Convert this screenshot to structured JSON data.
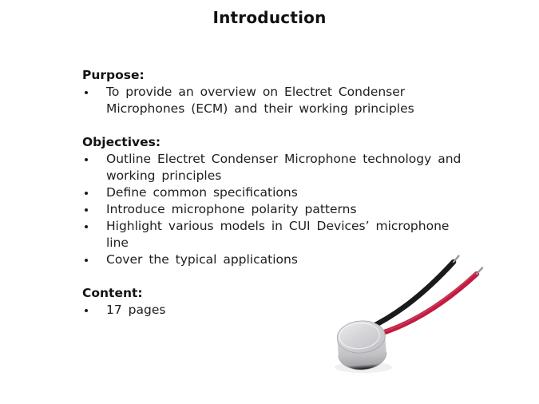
{
  "title": "Introduction",
  "sections": [
    {
      "heading": "Purpose:",
      "items": [
        {
          "lines": [
            "To provide an overview on Electret Condenser",
            "Microphones (ECM) and their working principles"
          ]
        }
      ]
    },
    {
      "heading": "Objectives:",
      "items": [
        {
          "lines": [
            "Outline Electret Condenser Microphone technology and",
            "working principles"
          ]
        },
        {
          "lines": [
            "Define common specifications"
          ]
        },
        {
          "lines": [
            "Introduce microphone polarity patterns"
          ]
        },
        {
          "lines": [
            "Highlight various models in CUI Devices’ microphone",
            "line"
          ]
        },
        {
          "lines": [
            "Cover the typical applications"
          ]
        }
      ]
    },
    {
      "heading": "Content:",
      "items": [
        {
          "lines": [
            "17 pages"
          ]
        }
      ]
    }
  ],
  "image": {
    "description": "electret-condenser-microphone-capsule-with-black-and-red-wire-leads",
    "colors": {
      "capsule_silver_light": "#e8e8ea",
      "capsule_silver_mid": "#c9c9cd",
      "capsule_silver_dark": "#a9a9ad",
      "wire_black": "#1a1a1d",
      "wire_red": "#c01c42",
      "lead_tip_gray": "#96969a"
    }
  }
}
